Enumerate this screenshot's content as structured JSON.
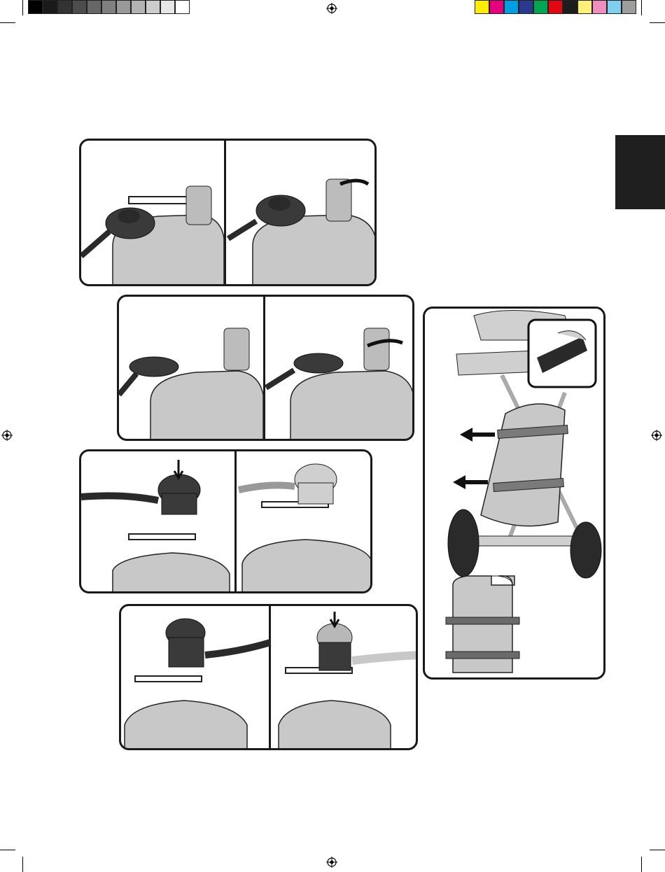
{
  "print_marks": {
    "grayscale_bar": [
      "#000000",
      "#1a1a1a",
      "#333333",
      "#4d4d4d",
      "#666666",
      "#808080",
      "#999999",
      "#b3b3b3",
      "#cccccc",
      "#e6e6e6",
      "#ffffff"
    ],
    "color_bar": [
      "#ffec00",
      "#e6007e",
      "#009fe3",
      "#2b3a8f",
      "#00a651",
      "#e30613",
      "#1d1d1b",
      "#fff07a",
      "#f08ebf",
      "#7fcff1",
      "#9d9d9c"
    ],
    "registration_icon": "crosshair-registration-icon"
  },
  "section_tab": {
    "color": "#1f1f1f"
  },
  "figures": {
    "panel_fill": "#ffffff",
    "tank_color": "#c8c8c8",
    "regulator_color": "#3a3a3a",
    "hose_color": "#2a2a2a",
    "steps": [
      {
        "id": "screw-regulator-A",
        "icons": [
          "gas-tank-icon",
          "regulator-icon",
          "rotate-arrow-icon"
        ]
      },
      {
        "id": "screw-regulator-B",
        "icons": [
          "gas-tank-icon",
          "regulator-icon",
          "rotate-arrow-icon"
        ]
      },
      {
        "id": "clip-on-regulator-A",
        "icons": [
          "gas-tank-icon",
          "regulator-icon",
          "down-arrow-icon"
        ]
      },
      {
        "id": "clip-on-regulator-B",
        "icons": [
          "gas-tank-icon",
          "regulator-icon",
          "down-arrow-icon"
        ]
      },
      {
        "id": "secure-tank-on-cart",
        "icons": [
          "grill-cart-icon",
          "velcro-strap-icon",
          "left-arrow-icon",
          "gas-tank-icon"
        ]
      }
    ]
  }
}
